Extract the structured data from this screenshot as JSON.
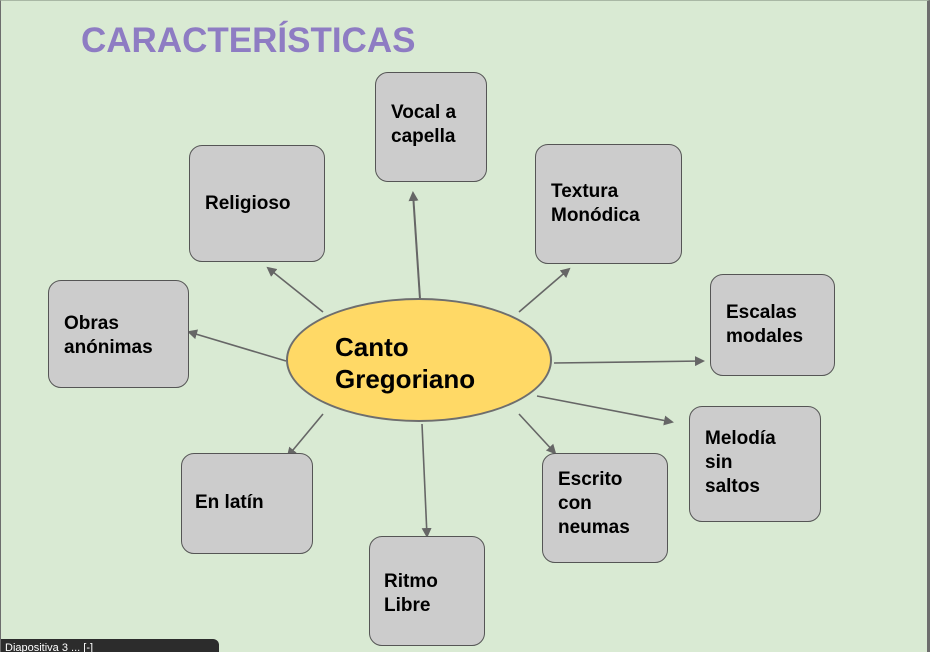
{
  "title": "CARACTERÍSTICAS",
  "center": {
    "label": "Canto\nGregoriano",
    "fill": "#ffd966"
  },
  "boxes": [
    {
      "id": "vocal",
      "label": "Vocal a\ncapella"
    },
    {
      "id": "religioso",
      "label": "Religioso"
    },
    {
      "id": "textura",
      "label": "Textura\nMonódica"
    },
    {
      "id": "obras",
      "label": "Obras\nanónimas"
    },
    {
      "id": "escalas",
      "label": "Escalas\nmodales"
    },
    {
      "id": "melodia",
      "label": "Melodía\nsin\nsaltos"
    },
    {
      "id": "latin",
      "label": "En latín"
    },
    {
      "id": "escrito",
      "label": "Escrito\ncon\nneumas"
    },
    {
      "id": "ritmo",
      "label": "Ritmo\nLibre"
    }
  ],
  "colors": {
    "title": "#8e7cc3",
    "background": "#d9ead3",
    "box_fill": "#cccccc",
    "arrow": "#666666"
  },
  "bottom_bar": {
    "text": "Diapositiva 3 ... [-]"
  }
}
